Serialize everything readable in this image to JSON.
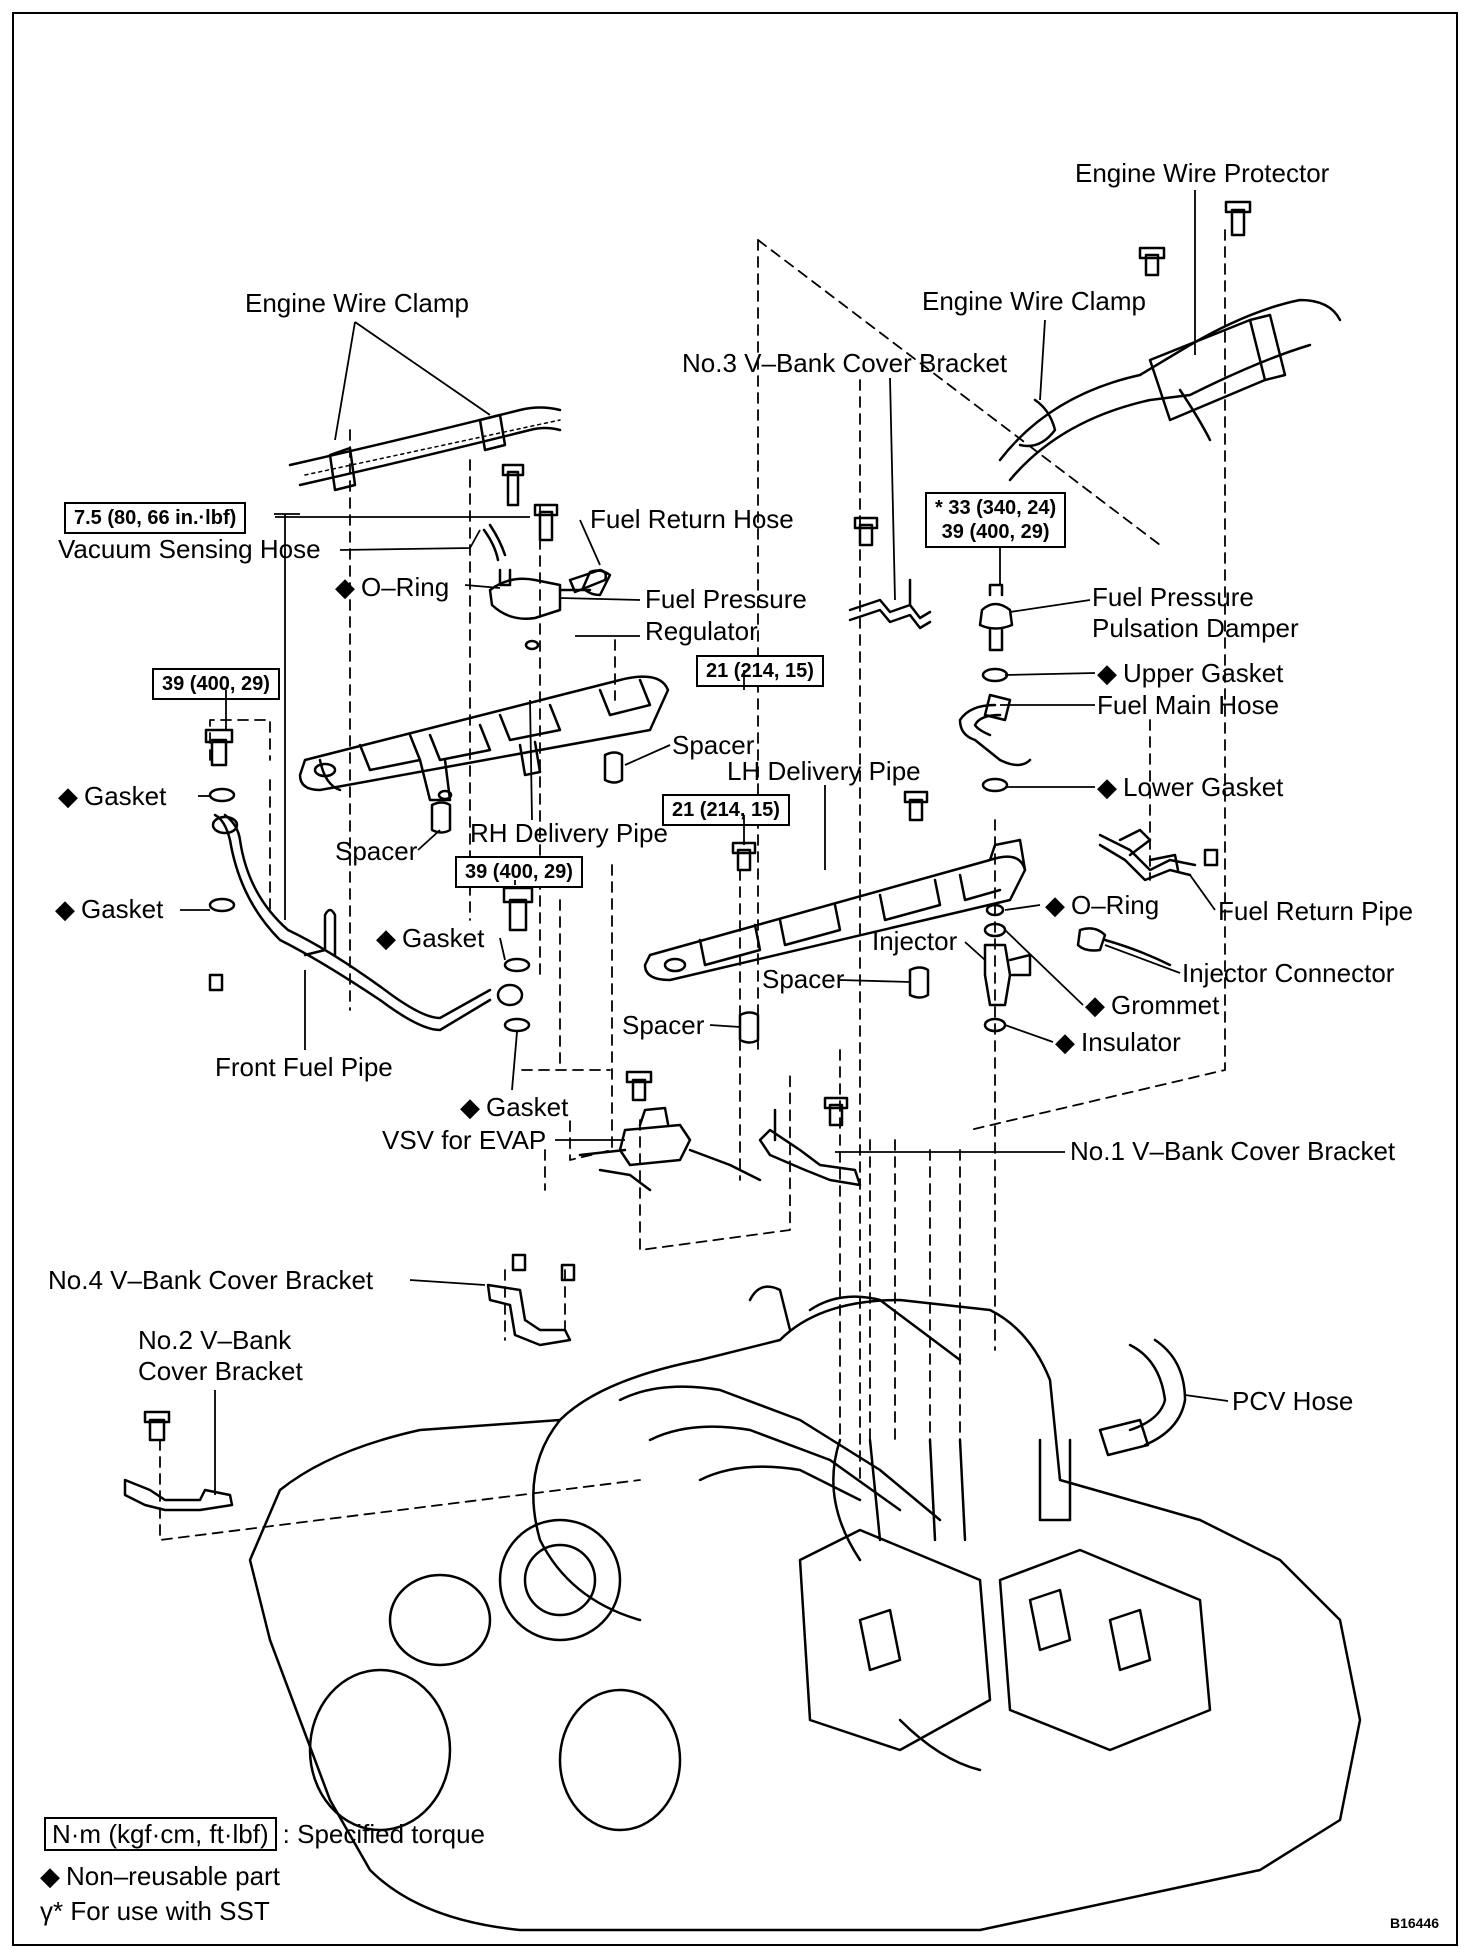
{
  "labels": {
    "engine_wire_protector": "Engine Wire Protector",
    "engine_wire_clamp_left": "Engine Wire Clamp",
    "engine_wire_clamp_right": "Engine Wire Clamp",
    "no3_bracket": "No.3 V–Bank Cover Bracket",
    "vacuum_sensing_hose": "Vacuum Sensing Hose",
    "fuel_return_hose": "Fuel Return Hose",
    "o_ring_left": "O–Ring",
    "fuel_pressure_regulator_line1": "Fuel Pressure",
    "fuel_pressure_regulator_line2": "Regulator",
    "fuel_pressure_pulsation_damper_line1": "Fuel Pressure",
    "fuel_pressure_pulsation_damper_line2": "Pulsation Damper",
    "upper_gasket": "Upper Gasket",
    "fuel_main_hose": "Fuel Main Hose",
    "lower_gasket": "Lower Gasket",
    "spacer_1": "Spacer",
    "lh_delivery_pipe": "LH Delivery Pipe",
    "gasket_1": "Gasket",
    "gasket_2": "Gasket",
    "spacer_2": "Spacer",
    "rh_delivery_pipe": "RH Delivery Pipe",
    "o_ring_right": "O–Ring",
    "fuel_return_pipe": "Fuel Return Pipe",
    "gasket_3": "Gasket",
    "injector": "Injector",
    "injector_connector": "Injector Connector",
    "spacer_3": "Spacer",
    "grommet": "Grommet",
    "spacer_4": "Spacer",
    "insulator": "Insulator",
    "front_fuel_pipe": "Front Fuel Pipe",
    "gasket_4": "Gasket",
    "vsv_for_evap": "VSV for EVAP",
    "no1_bracket": "No.1 V–Bank Cover Bracket",
    "no4_bracket": "No.4 V–Bank Cover Bracket",
    "no2_bracket_line1": "No.2 V–Bank",
    "no2_bracket_line2": "Cover Bracket",
    "pcv_hose": "PCV Hose"
  },
  "torque": {
    "t1": "7.5 (80, 66 in.·lbf)",
    "t2_line1": "* 33 (340, 24)",
    "t2_line2": "39 (400, 29)",
    "t3": "21 (214, 15)",
    "t4": "39 (400, 29)",
    "t5": "21 (214, 15)",
    "t6": "39 (400, 29)"
  },
  "legend": {
    "unit": "N·m (kgf·cm, ft·lbf)",
    "unit_desc": ": Specified torque",
    "non_reusable": "Non–reusable part",
    "sst_symbol": "γ*",
    "sst_desc": "For use with SST"
  },
  "code": "B16446"
}
